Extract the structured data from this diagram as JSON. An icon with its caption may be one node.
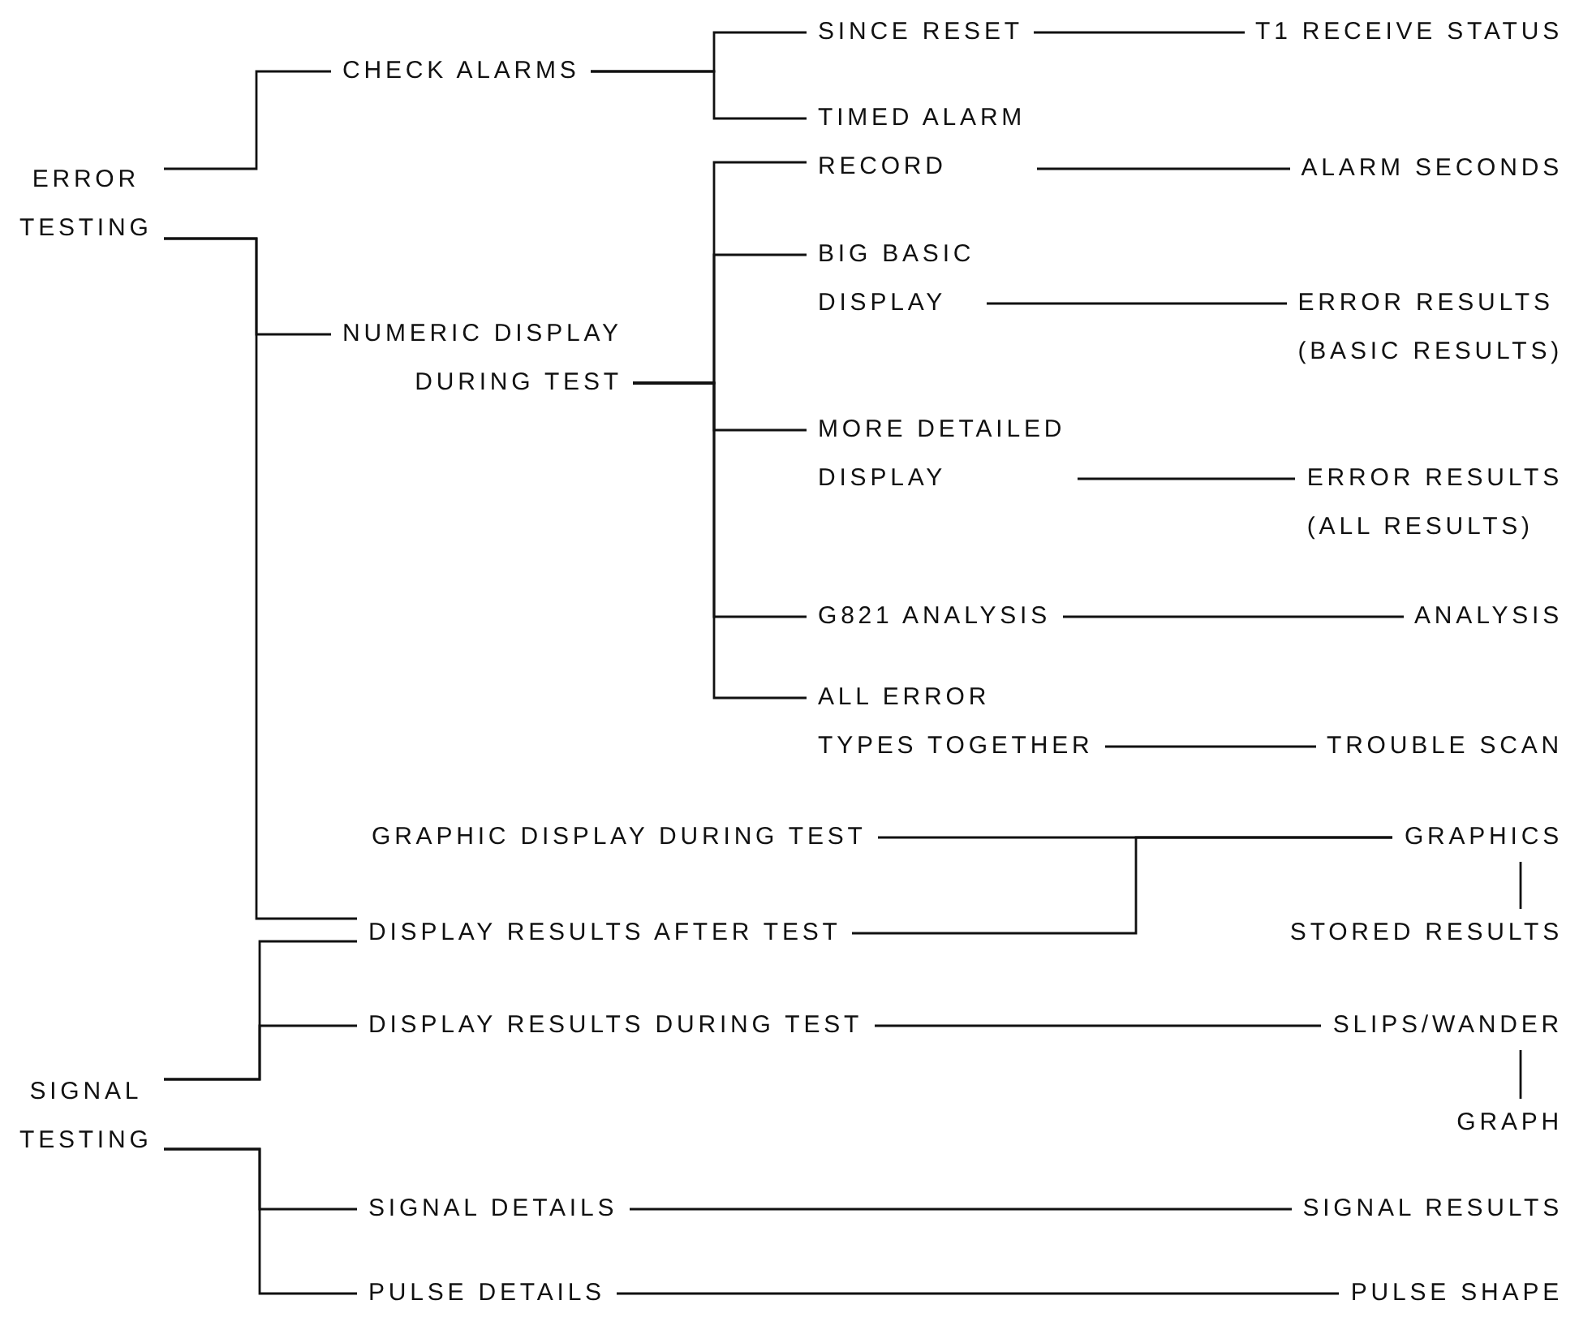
{
  "diagram": {
    "nodes": [
      {
        "text": [
          "ERROR TESTING"
        ]
      },
      {
        "text": [
          "CHECK ALARMS"
        ]
      },
      {
        "text": [
          "SINCE RESET"
        ]
      },
      {
        "text": [
          "T1 RECEIVE STATUS"
        ]
      },
      {
        "text": [
          "TIMED ALARM RECORD"
        ]
      },
      {
        "text": [
          "ALARM SECONDS"
        ]
      },
      {
        "text": [
          "NUMERIC DISPLAY DURING TEST"
        ]
      },
      {
        "text": [
          "BIG BASIC DISPLAY"
        ]
      },
      {
        "text": [
          "ERROR RESULTS (BASIC RESULTS)"
        ]
      },
      {
        "text": [
          "MORE DETAILED DISPLAY"
        ]
      },
      {
        "text": [
          "ERROR RESULTS (ALL RESULTS)"
        ]
      },
      {
        "text": [
          "G821 ANALYSIS"
        ]
      },
      {
        "text": [
          "ANALYSIS"
        ]
      },
      {
        "text": [
          "ALL ERROR TYPES TOGETHER"
        ]
      },
      {
        "text": [
          "TROUBLE SCAN"
        ]
      },
      {
        "text": [
          "GRAPHIC DISPLAY DURING TEST"
        ]
      },
      {
        "text": [
          "GRAPHICS"
        ]
      },
      {
        "text": [
          "STORED RESULTS"
        ]
      },
      {
        "text": [
          "DISPLAY RESULTS AFTER TEST"
        ]
      },
      {
        "text": [
          "DISPLAY RESULTS DURING TEST"
        ]
      },
      {
        "text": [
          "SLIPS/WANDER"
        ]
      },
      {
        "text": [
          "GRAPH"
        ]
      },
      {
        "text": [
          "SIGNAL TESTING"
        ]
      },
      {
        "text": [
          "SIGNAL DETAILS"
        ]
      },
      {
        "text": [
          "SIGNAL RESULTS"
        ]
      },
      {
        "text": [
          "PULSE DETAILS"
        ]
      },
      {
        "text": [
          "PULSE SHAPE"
        ]
      }
    ],
    "edges": [
      {
        "from": 0,
        "to": 1,
        "arrow": "none"
      },
      {
        "from": 0,
        "to": 6,
        "arrow": "none"
      },
      {
        "from": 0,
        "to": 18,
        "arrow": "none"
      },
      {
        "from": 1,
        "to": 2,
        "arrow": "none"
      },
      {
        "from": 1,
        "to": 4,
        "arrow": "none"
      },
      {
        "from": 2,
        "to": 3,
        "arrow": "none"
      },
      {
        "from": 6,
        "to": 4,
        "arrow": "none"
      },
      {
        "from": 6,
        "to": 7,
        "arrow": "none"
      },
      {
        "from": 6,
        "to": 9,
        "arrow": "none"
      },
      {
        "from": 6,
        "to": 11,
        "arrow": "none"
      },
      {
        "from": 6,
        "to": 13,
        "arrow": "none"
      },
      {
        "from": 4,
        "to": 5,
        "arrow": "none"
      },
      {
        "from": 7,
        "to": 8,
        "arrow": "none"
      },
      {
        "from": 9,
        "to": 10,
        "arrow": "none"
      },
      {
        "from": 11,
        "to": 12,
        "arrow": "none"
      },
      {
        "from": 13,
        "to": 14,
        "arrow": "none"
      },
      {
        "from": 15,
        "to": 16,
        "arrow": "none"
      },
      {
        "from": 18,
        "to": 16,
        "arrow": "none"
      },
      {
        "from": 16,
        "to": 17,
        "arrow": "none"
      },
      {
        "from": 22,
        "to": 18,
        "arrow": "none"
      },
      {
        "from": 22,
        "to": 19,
        "arrow": "none"
      },
      {
        "from": 19,
        "to": 20,
        "arrow": "none"
      },
      {
        "from": 20,
        "to": 21,
        "arrow": "none"
      },
      {
        "from": 22,
        "to": 23,
        "arrow": "none"
      },
      {
        "from": 22,
        "to": 25,
        "arrow": "none"
      },
      {
        "from": 23,
        "to": 24,
        "arrow": "none"
      },
      {
        "from": 25,
        "to": 26,
        "arrow": "none"
      }
    ]
  }
}
